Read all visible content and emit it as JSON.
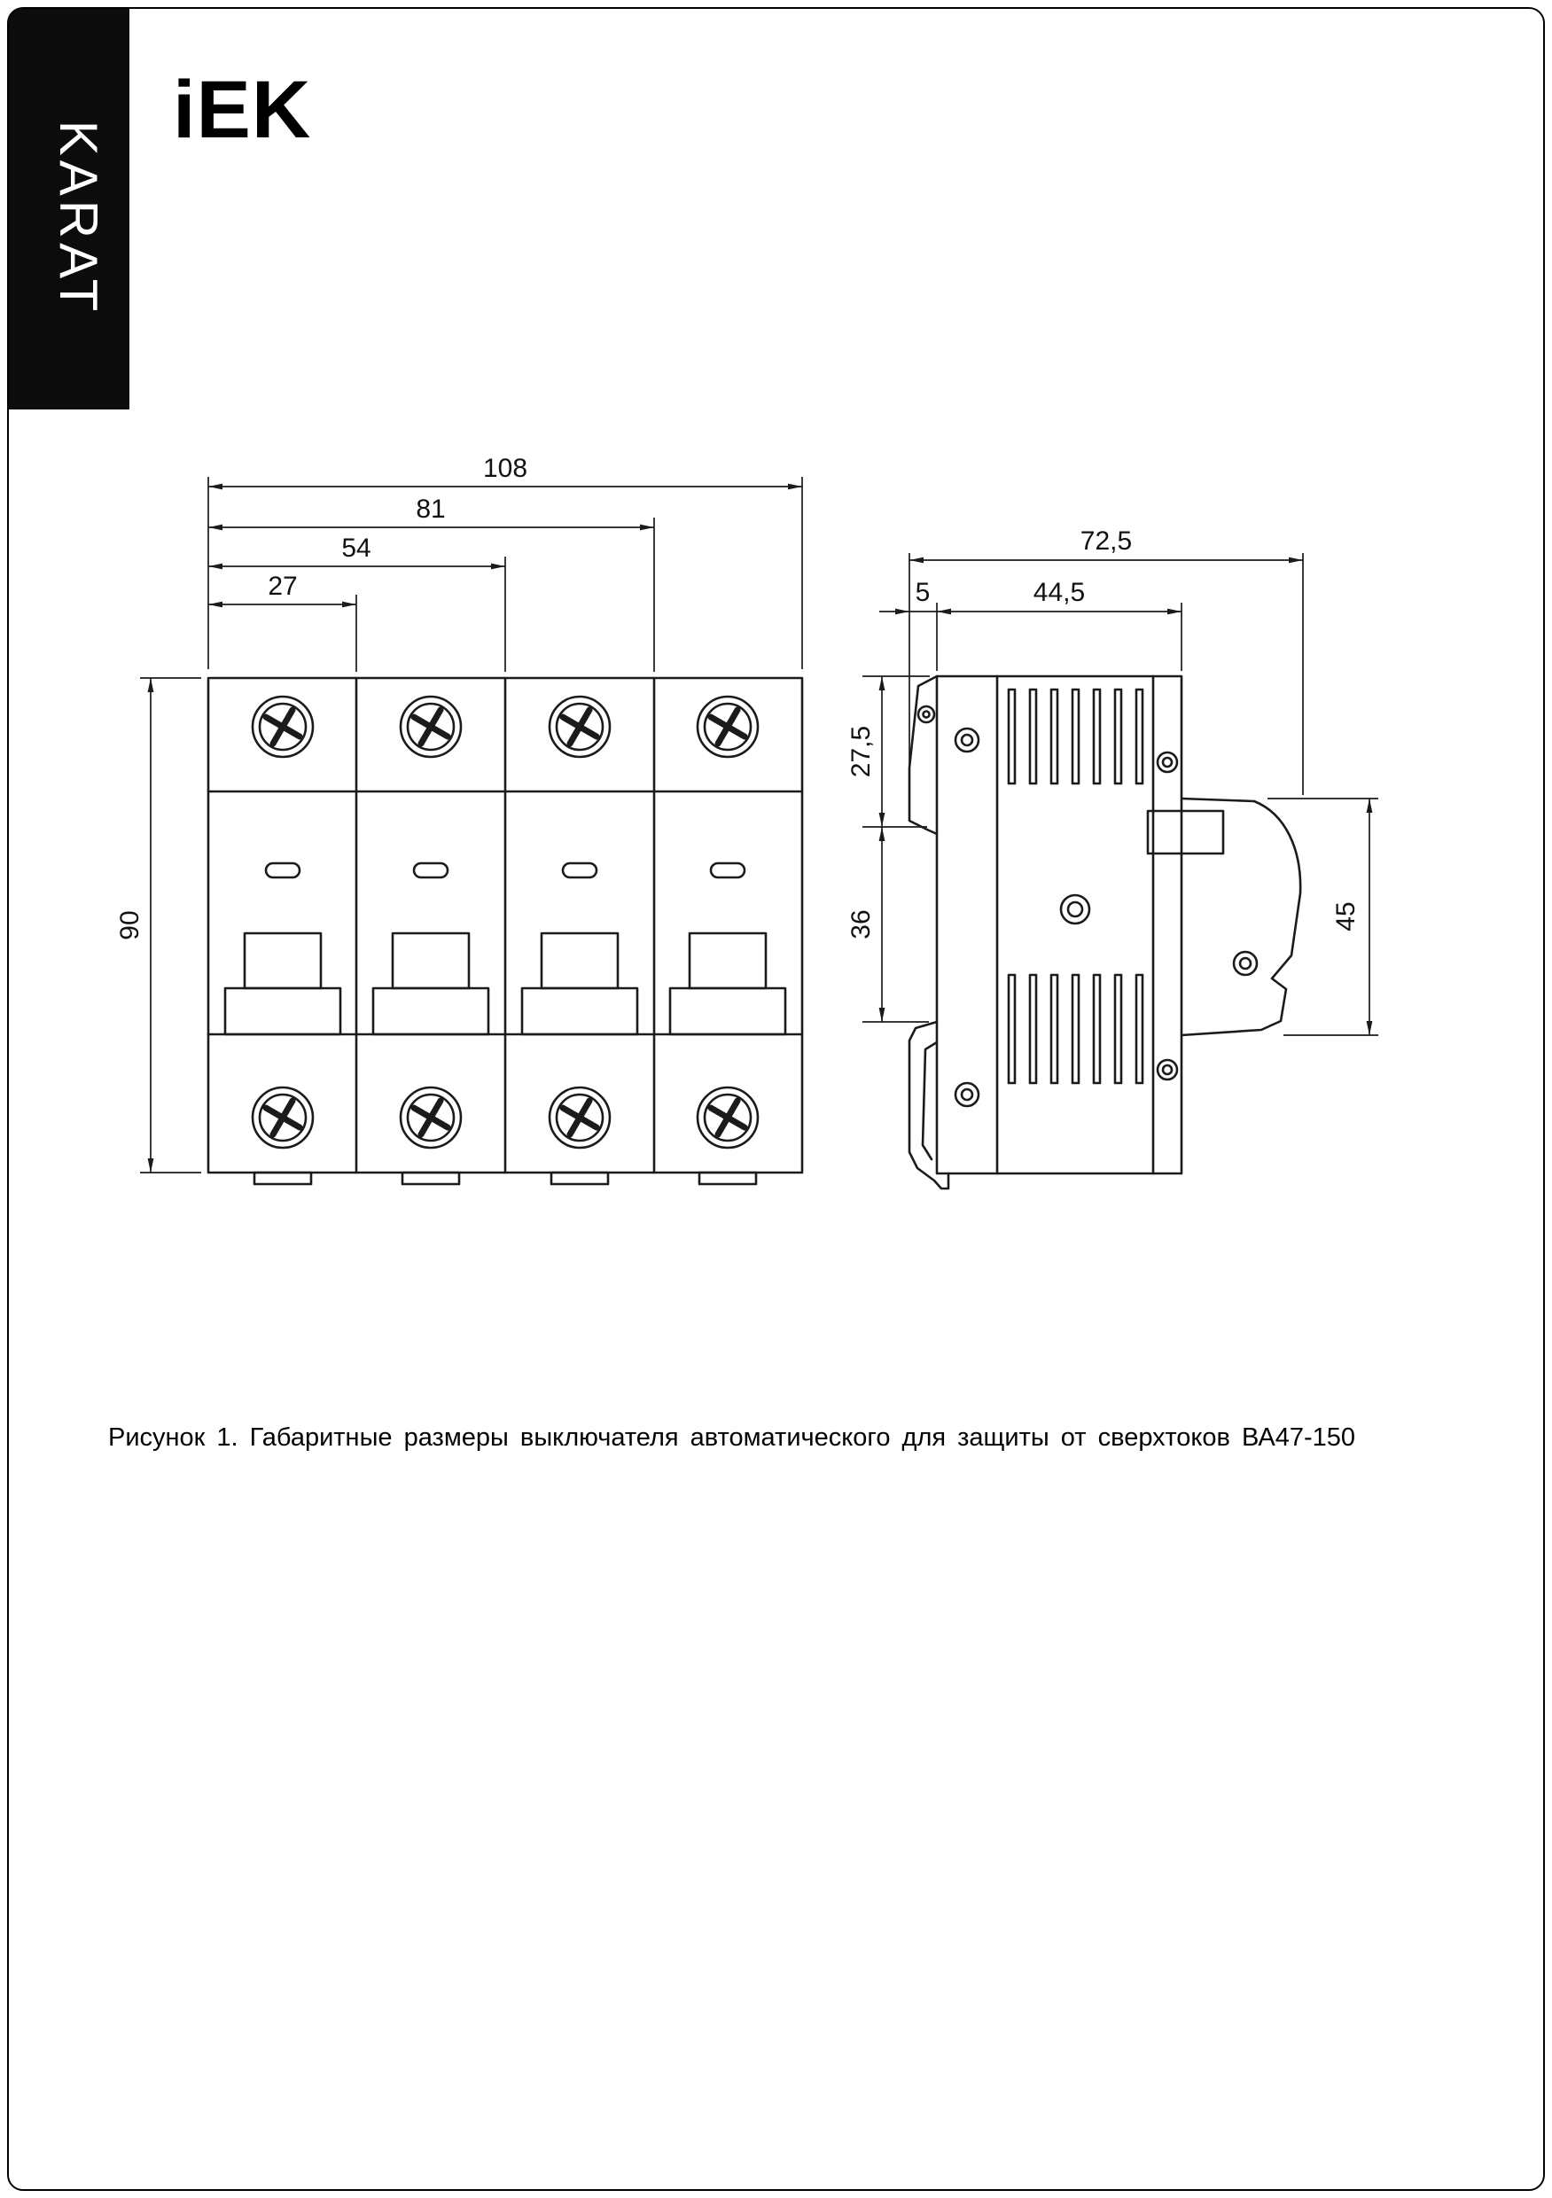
{
  "page": {
    "brand_sidebar": "KARAT",
    "logo": "iEK",
    "caption": "Рисунок 1. Габаритные размеры выключателя автоматического для защиты от сверхтоков ВА47-150"
  },
  "front_view": {
    "dims": {
      "total_width": "108",
      "three_pole_width": "81",
      "two_pole_width": "54",
      "one_pole_width": "27",
      "height": "90"
    }
  },
  "side_view": {
    "dims": {
      "total_depth": "72,5",
      "rail_ledge": "5",
      "body_depth": "44,5",
      "upper_height": "27,5",
      "middle_height": "36",
      "terminal_height": "45"
    }
  }
}
